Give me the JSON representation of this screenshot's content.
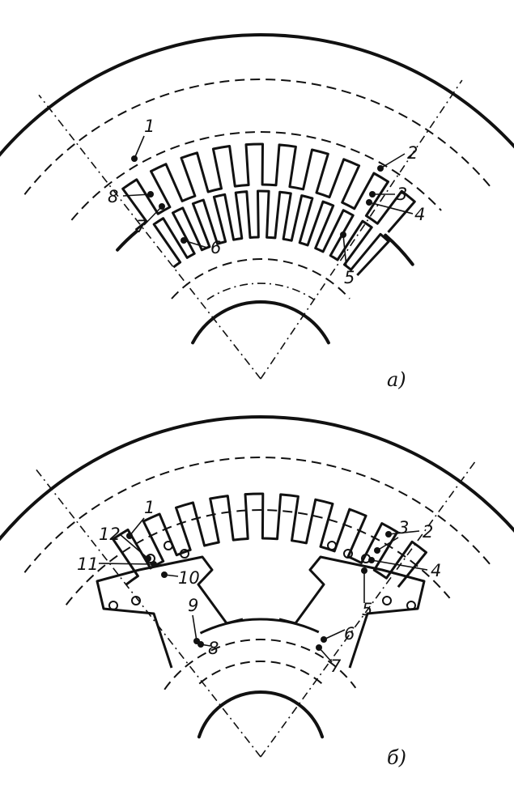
{
  "diagram_a": {
    "caption": "a)",
    "labels": [
      "1",
      "2",
      "3",
      "4",
      "5",
      "6",
      "7",
      "8"
    ]
  },
  "diagram_b": {
    "caption": "б)",
    "labels": [
      "1",
      "2",
      "3",
      "4",
      "5",
      "6",
      "7",
      "8",
      "9",
      "10",
      "11",
      "12"
    ]
  }
}
